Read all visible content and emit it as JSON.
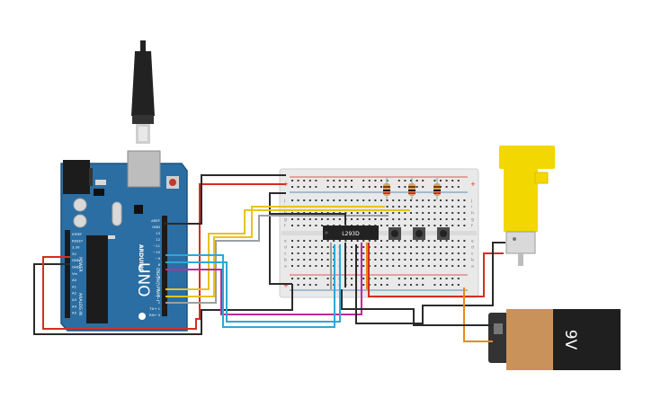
{
  "arduino": {
    "brand": "ARDUINO",
    "model": "UNO",
    "digital_label": "DIGITAL (PWM~)",
    "power_label": "POWER",
    "analog_label": "ANALOG IN",
    "top_pins": [
      "AREF",
      "GND",
      "13",
      "12",
      "~11",
      "~10",
      "~9",
      "8",
      "7",
      "~6",
      "~5",
      "4",
      "~3",
      "2",
      "TX→ 1",
      "RX← 0"
    ],
    "left_pins": [
      "IOREF",
      "RESET",
      "3.3V",
      "5V",
      "GND",
      "GND",
      "Vin",
      "A0",
      "A1",
      "A2",
      "A3",
      "A4",
      "A5"
    ]
  },
  "breadboard": {
    "top_rows": [
      "j",
      "i",
      "h",
      "g",
      "f"
    ],
    "bottom_rows": [
      "e",
      "d",
      "c",
      "b",
      "a"
    ]
  },
  "chip": {
    "label": "L293D"
  },
  "battery": {
    "label": "9V"
  },
  "colors": {
    "arduino": "#2b6ea3",
    "red_wire": "#d62d20",
    "black_wire": "#2b2b2b",
    "yellow_wire": "#e6c31e",
    "grey_wire": "#9aa0a6",
    "magenta_wire": "#c0299b",
    "cyan_wire": "#2ea7d8",
    "orange_wire": "#e88a1a",
    "motor_yellow": "#f2d700"
  }
}
